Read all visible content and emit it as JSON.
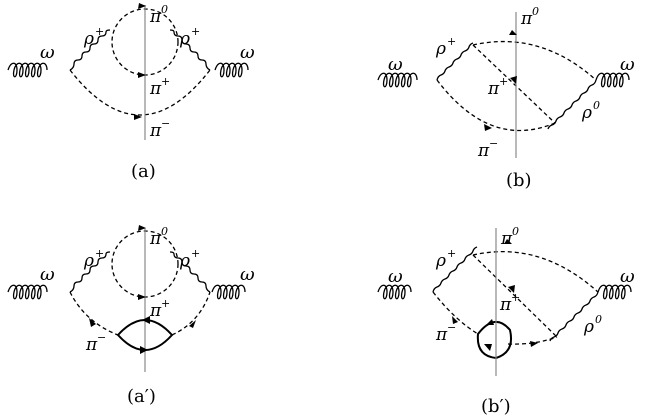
{
  "particles": {
    "omega": "ω",
    "rho_plus": "ρ",
    "rho_zero": "ρ",
    "pi_zero": "π",
    "pi_plus": "π",
    "pi_minus": "π",
    "sup_plus": "+",
    "sup_minus": "−",
    "sup_zero": "0"
  },
  "captions": {
    "a": "(a)",
    "b": "(b)",
    "a_prime": "(a′)",
    "b_prime": "(b′)"
  }
}
